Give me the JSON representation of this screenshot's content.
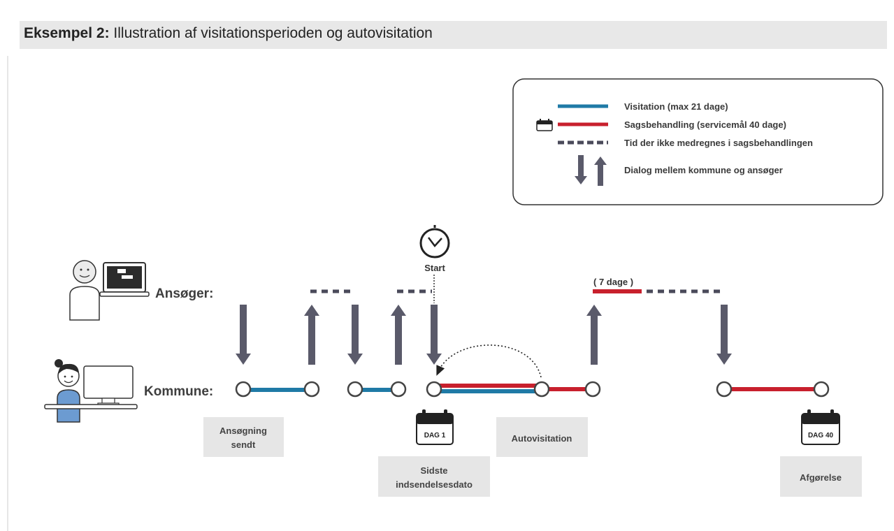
{
  "header": {
    "title_bold": "Eksempel 2:",
    "title_rest": " Illustration af visitationsperioden og autovisitation"
  },
  "legend": {
    "items": [
      {
        "label": "Visitation (max 21 dage)",
        "color": "#1f7aa6"
      },
      {
        "label": "Sagsbehandling (servicemål 40 dage)",
        "color": "#c8202d"
      },
      {
        "label": "Tid der ikke medregnes i sagsbehandlingen",
        "color": "#4a4a5a"
      },
      {
        "label": "Dialog mellem kommune og ansøger",
        "color": "#5a5a6a"
      }
    ]
  },
  "rows": {
    "applicant": "Ansøger:",
    "municipality": "Kommune:"
  },
  "start_label": "Start",
  "seven_days_label": "( 7 dage )",
  "boxes": {
    "application_sent": [
      "Ansøgning",
      "sendt"
    ],
    "last_submission": [
      "Sidste",
      "indsendelsesdato"
    ],
    "autovisitation": "Autovisitation",
    "decision": "Afgørelse"
  },
  "calendars": {
    "day1": "DAG 1",
    "day40": "DAG 40"
  },
  "colors": {
    "blue": "#1f7aa6",
    "red": "#c8202d",
    "arrow": "#5a5a6a",
    "box": "#e6e6e6"
  }
}
